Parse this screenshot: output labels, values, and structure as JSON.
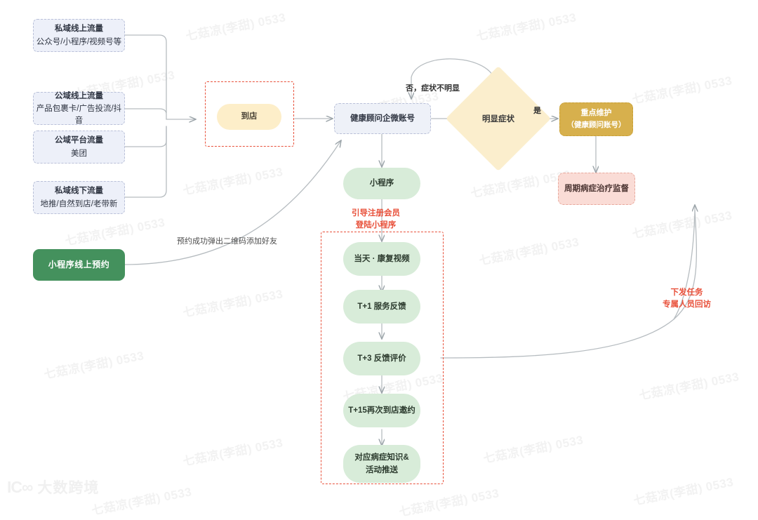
{
  "logo": {
    "mark": "IC∞",
    "word": "大数跨境"
  },
  "watermark": {
    "text": "七菇凉(李甜) 0533"
  },
  "sources": [
    {
      "title": "私域线上流量",
      "sub": "公众号/小程序/视频号等"
    },
    {
      "title": "公域线上流量",
      "sub": "产品包裹卡/广告投流/抖音"
    },
    {
      "title": "公域平台流量",
      "sub": "美团"
    },
    {
      "title": "私域线下流量",
      "sub": "地推/自然到店/老带新"
    }
  ],
  "booking": {
    "label": "小程序线上预约"
  },
  "booking_edge_label": {
    "text": "预约成功弹出二维码添加好友"
  },
  "arrive": {
    "label": "到店"
  },
  "advisor": {
    "label": "健康顾问企微账号"
  },
  "decision": {
    "label": "明显症状",
    "yes_label": "是",
    "no_label": "否，症状不明显"
  },
  "keymaint": {
    "title": "重点维护",
    "sub": "（健康顾问账号）"
  },
  "supervise": {
    "label": "周期病症治疗监督"
  },
  "dispatch_label": {
    "line1": "下发任务",
    "line2": "专属人员回访"
  },
  "miniapp": {
    "label": "小程序"
  },
  "miniapp_note": {
    "line1": "引导注册会员",
    "line2": "登陆小程序"
  },
  "journey": [
    {
      "label": "当天 · 康复视频"
    },
    {
      "label": "T+1 服务反馈"
    },
    {
      "label": "T+3 反馈评价"
    },
    {
      "label": "T+15再次到店邀约"
    },
    {
      "label": "对应病症知识&活动推送"
    }
  ],
  "colors": {
    "source_fill": "#edf0f9",
    "source_border": "#b9c0d8",
    "green_solid": "#44915d",
    "yellow_pill": "#fdeec9",
    "green_pill": "#d8ecd9",
    "gold": "#d7b04d",
    "pink": "#fadcd6",
    "region_dash": "#e8503a",
    "wire": "#9aa3a8",
    "red_text": "#e8503a"
  }
}
